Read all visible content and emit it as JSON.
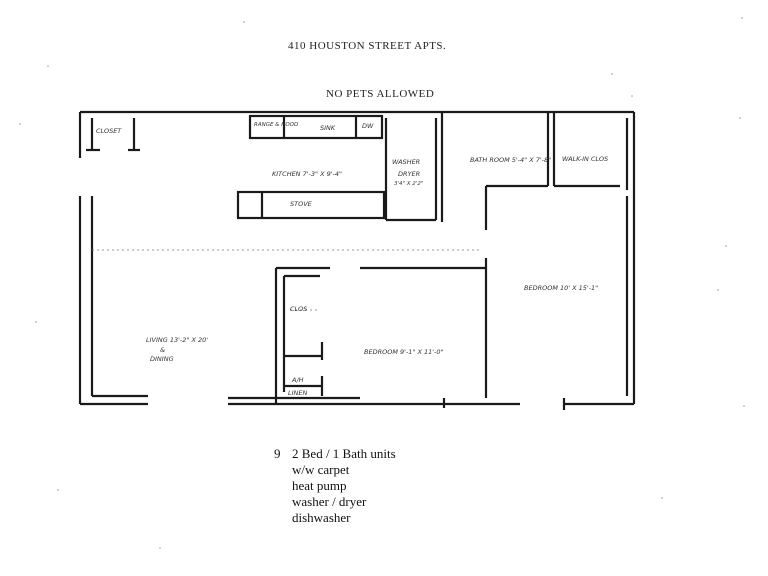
{
  "header": {
    "title": "410 HOUSTON STREET APTS.",
    "subtitle": "NO PETS ALLOWED"
  },
  "rooms": {
    "closet": "CLOSET",
    "range": "RANGE & HOOD",
    "sink": "SINK",
    "dw": "DW",
    "washer": "WASHER",
    "dryer": "DRYER",
    "washer_size": "3'4\" X 2'2\"",
    "kitchen": "KITCHEN 7'-3\" X 9'-4\"",
    "stove": "STOVE",
    "bath": "BATH ROOM 5'-4\" X 7'-8\"",
    "walkin": "WALK-IN CLOS",
    "bedroom1": "BEDROOM  10' X 15'-1\"",
    "living": "LIVING  13'-2\" X 20'",
    "and": "&",
    "dining": "DINING",
    "clos": "CLOS",
    "bedroom2": "BEDROOM  9'-1\" X 11'-0\"",
    "ah": "A/H",
    "linen": "LINEN"
  },
  "notes": {
    "count": "9",
    "line1": "2 Bed /  1 Bath units",
    "line2": "w/w carpet",
    "line3": "heat pump",
    "line4": "washer / dryer",
    "line5": "dishwasher"
  }
}
